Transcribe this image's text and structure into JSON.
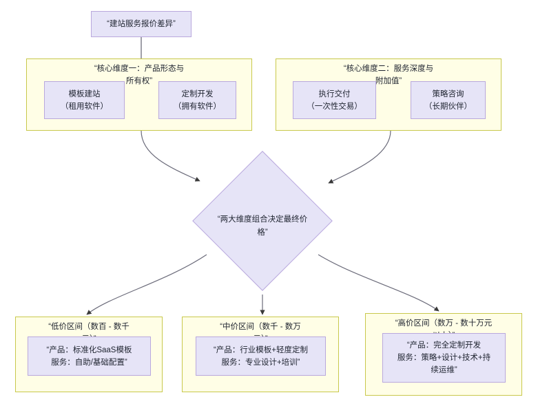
{
  "diagram": {
    "type": "flowchart",
    "root": {
      "id": "root-node",
      "label": "“建站服务报价差异”"
    },
    "clusters": [
      {
        "id": "cluster-dimension-one",
        "title_line1": "“核心维度一：产品形态与",
        "title_line2": "所有权”",
        "nodes": [
          {
            "id": "node-template-site",
            "line1": "模板建站",
            "line2": "（租用软件）"
          },
          {
            "id": "node-custom-dev",
            "line1": "定制开发",
            "line2": "（拥有软件）"
          }
        ]
      },
      {
        "id": "cluster-dimension-two",
        "title_line1": "“核心维度二：服务深度与",
        "title_line2": "附加值”",
        "nodes": [
          {
            "id": "node-execution-delivery",
            "line1": "执行交付",
            "line2": "（一次性交易）"
          },
          {
            "id": "node-strategy-consulting",
            "line1": "策略咨询",
            "line2": "（长期伙伴）"
          }
        ]
      }
    ],
    "decision": {
      "id": "decision-node",
      "line1": "“两大维度组合决定最终价",
      "line2": "格”"
    },
    "price_tiers": [
      {
        "id": "cluster-low-price",
        "title_line1": "“低价区间（数百 - 数千",
        "title_line2": "元）”",
        "node": {
          "id": "node-low-price-detail",
          "line1": "“产品：标准化SaaS模板",
          "line2": "服务：自助/基础配置”",
          "line3": ""
        }
      },
      {
        "id": "cluster-mid-price",
        "title_line1": "“中价区间（数千 - 数万",
        "title_line2": "元）”",
        "node": {
          "id": "node-mid-price-detail",
          "line1": "“产品：行业模板+轻度定制",
          "line2": "服务：专业设计+培训”",
          "line3": ""
        }
      },
      {
        "id": "cluster-high-price",
        "title_line1": "“高价区间（数万 - 数十万元",
        "title_line2": "以上）”",
        "node": {
          "id": "node-high-price-detail",
          "line1": "“产品：完全定制开发",
          "line2": "服务：策略+设计+技术+持",
          "line3": "续运维”"
        }
      }
    ],
    "colors": {
      "cluster_fill": "#fffee6",
      "cluster_border": "#c8c84b",
      "node_fill": "#e6e4f7",
      "node_border": "#b9a8dd",
      "edge": "#4d4d4d",
      "text": "#1f2430",
      "background": "#ffffff"
    }
  }
}
